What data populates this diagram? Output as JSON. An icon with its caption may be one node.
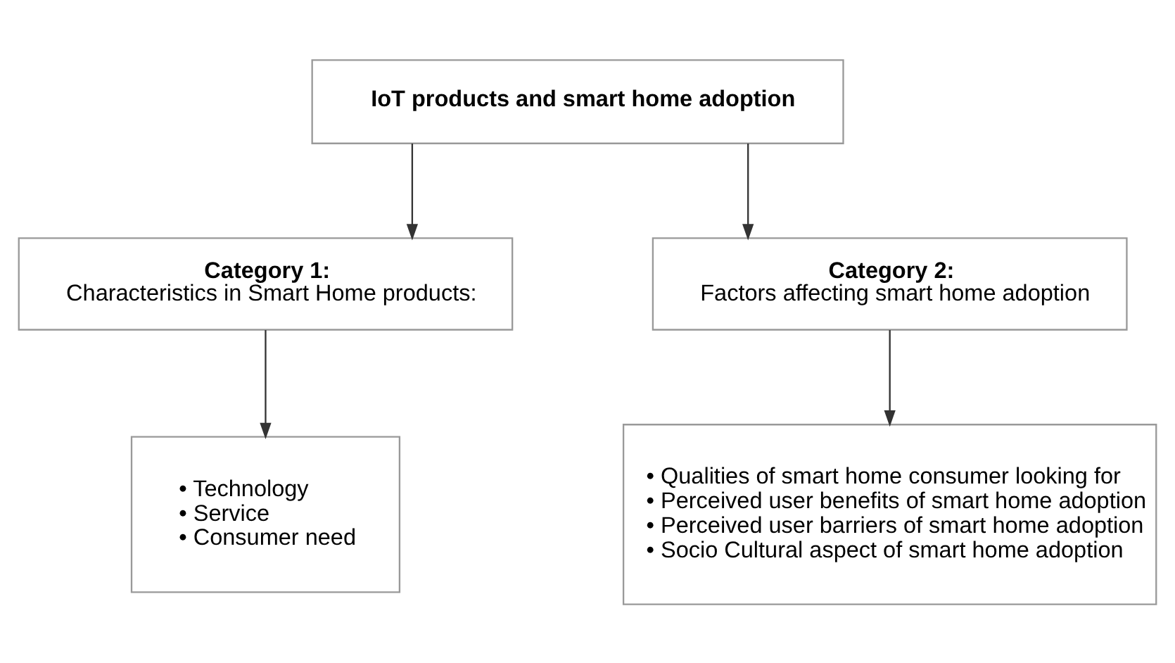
{
  "diagram": {
    "nodes": [
      {
        "text": [
          "IoT products and smart home adoption"
        ]
      },
      {
        "text": [
          "Category 1:",
          "Characteristics in Smart Home products:"
        ]
      },
      {
        "text": [
          "Category 2:",
          "Factors affecting smart home adoption"
        ]
      },
      {
        "text": [
          "• Technology",
          "• Service",
          "• Consumer need"
        ]
      },
      {
        "text": [
          "• Qualities of smart home consumer looking for",
          "• Perceived user benefits of smart home adoption",
          "• Perceived user barriers of smart home adoption",
          "• Socio Cultural aspect of smart home adoption"
        ]
      }
    ],
    "edges": [
      {
        "from": 0,
        "to": 1,
        "arrow": "to"
      },
      {
        "from": 0,
        "to": 2,
        "arrow": "to"
      },
      {
        "from": 1,
        "to": 3,
        "arrow": "to"
      },
      {
        "from": 2,
        "to": 4,
        "arrow": "to"
      }
    ]
  }
}
